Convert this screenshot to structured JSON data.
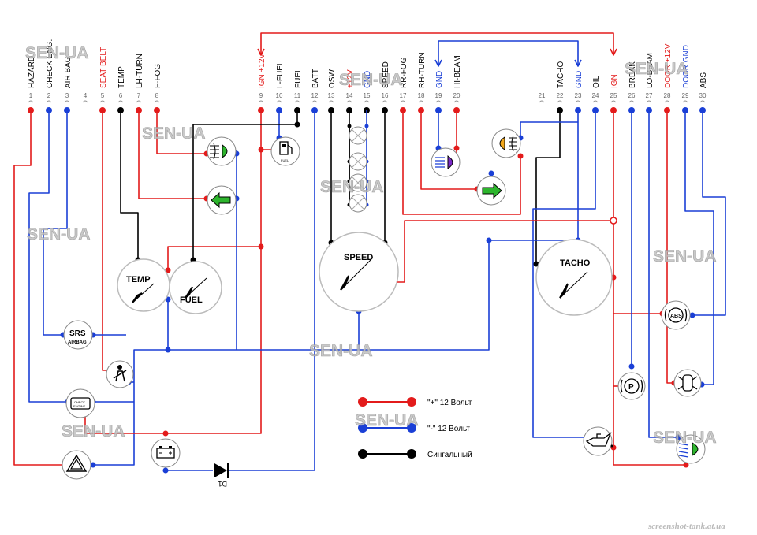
{
  "pins": [
    {
      "num": "1",
      "label": "HAZARD",
      "color": "#000000"
    },
    {
      "num": "2",
      "label": "CHECK ENG.",
      "color": "#000000"
    },
    {
      "num": "3",
      "label": "AIR BAG",
      "color": "#000000"
    },
    {
      "num": "4",
      "label": "",
      "color": "#000000"
    },
    {
      "num": "5",
      "label": "SEAT BELT",
      "color": "#e31b1b"
    },
    {
      "num": "6",
      "label": "TEMP",
      "color": "#000000"
    },
    {
      "num": "7",
      "label": "LH-TURN",
      "color": "#000000"
    },
    {
      "num": "8",
      "label": "F-FOG",
      "color": "#000000"
    },
    {
      "num": "9",
      "label": "IGN +12V",
      "color": "#e31b1b"
    },
    {
      "num": "10",
      "label": "L-FUEL",
      "color": "#000000"
    },
    {
      "num": "11",
      "label": "FUEL",
      "color": "#000000"
    },
    {
      "num": "12",
      "label": "BATT",
      "color": "#000000"
    },
    {
      "num": "13",
      "label": "OSW",
      "color": "#000000"
    },
    {
      "num": "14",
      "label": "+12V",
      "color": "#e31b1b"
    },
    {
      "num": "15",
      "label": "GND",
      "color": "#1a3fd6"
    },
    {
      "num": "16",
      "label": "SPEED",
      "color": "#000000"
    },
    {
      "num": "17",
      "label": "RR-FOG",
      "color": "#000000"
    },
    {
      "num": "18",
      "label": "RH-TURN",
      "color": "#000000"
    },
    {
      "num": "19",
      "label": "GND",
      "color": "#1a3fd6"
    },
    {
      "num": "20",
      "label": "HI-BEAM",
      "color": "#000000"
    },
    {
      "num": "21",
      "label": "",
      "color": "#000000"
    },
    {
      "num": "22",
      "label": "TACHO",
      "color": "#000000"
    },
    {
      "num": "23",
      "label": "GND",
      "color": "#1a3fd6"
    },
    {
      "num": "24",
      "label": "OIL",
      "color": "#000000"
    },
    {
      "num": "25",
      "label": "IGN",
      "color": "#e31b1b"
    },
    {
      "num": "26",
      "label": "BREAK",
      "color": "#000000"
    },
    {
      "num": "27",
      "label": "LO-BEAM",
      "color": "#000000"
    },
    {
      "num": "28",
      "label": "DOOR +12V",
      "color": "#e31b1b"
    },
    {
      "num": "29",
      "label": "DOOR GND",
      "color": "#1a3fd6"
    },
    {
      "num": "30",
      "label": "ABS",
      "color": "#000000"
    }
  ],
  "gauges": {
    "temp": "TEMP",
    "fuel": "FUEL",
    "speed": "SPEED",
    "tacho": "TACHO"
  },
  "lamps": {
    "fuel_small": "FUEL",
    "srs_top": "SRS",
    "srs_bottom": "AIRBAG",
    "check_top": "CHECK",
    "check_bottom": "ENGINE",
    "diode": "D1"
  },
  "legend": [
    {
      "text": "\"+\" 12 Вольт",
      "color": "#e31b1b"
    },
    {
      "text": "\"-\" 12 Вольт",
      "color": "#1a3fd6"
    },
    {
      "text": "Сингальный",
      "color": "#000000"
    }
  ],
  "watermark": "SEN-UA",
  "footer": "screenshot-tank.at.ua"
}
